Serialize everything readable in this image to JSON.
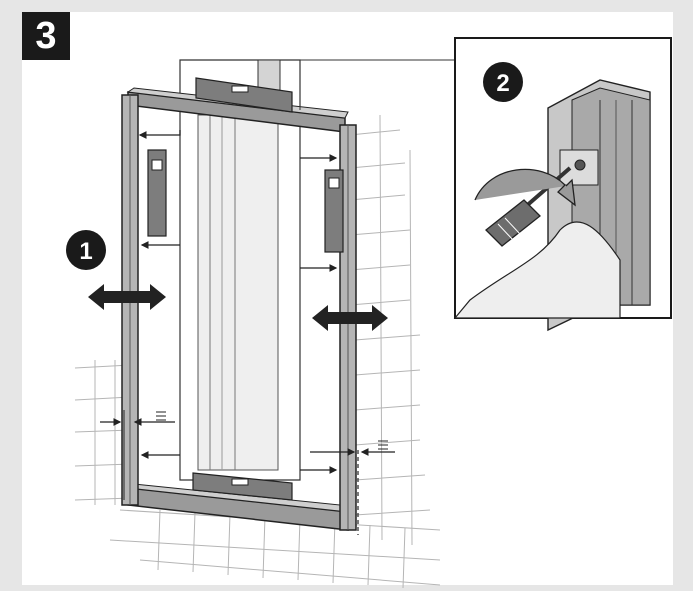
{
  "step_number": "3",
  "callouts": [
    "1",
    "2"
  ],
  "colors": {
    "background": "#e6e6e6",
    "panel": "#ffffff",
    "badge": "#1a1a1a",
    "line": "#222222",
    "frame_gray": "#9a9a9a"
  }
}
